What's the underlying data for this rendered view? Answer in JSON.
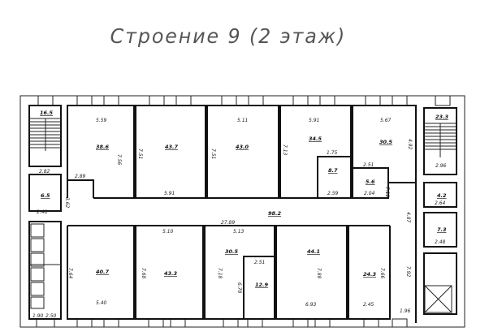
{
  "title": "Строение 9 (2 этаж)",
  "rooms_top": [
    {
      "width": "5.59",
      "area": "38.6",
      "height": "7.56"
    },
    {
      "width": "",
      "area": "43.7",
      "height": "7.51"
    },
    {
      "width": "5.11",
      "area": "43.0",
      "height": "7.51"
    },
    {
      "width": "5.91",
      "area": "34.5",
      "height": "7.13"
    },
    {
      "width": "5.67",
      "area": "30.5",
      "height": "4.92"
    }
  ],
  "small_rooms": [
    {
      "width": "1.75",
      "area": "8.7",
      "bottom": "2.59"
    },
    {
      "width": "2.51",
      "area": "5.6",
      "bottom": "2.04"
    }
  ],
  "stairs": {
    "left_area": "16.5",
    "left_dim": "2.82",
    "right_area": "23.3",
    "right_dim": "2.96"
  },
  "corridor": {
    "area": "98.2",
    "length": "27.89",
    "upper_dim": "5.91",
    "lower_dims": [
      "5.10",
      "5.13"
    ]
  },
  "rooms_bottom": [
    {
      "width": "5.40",
      "area": "40.7",
      "height": "7.64"
    },
    {
      "width": "",
      "area": "43.3",
      "height": "7.68"
    },
    {
      "width": "",
      "area": "30.5",
      "height": "7.18"
    },
    {
      "width": "2.51",
      "area": "12.9",
      "height": "6.78"
    },
    {
      "width": "6.93",
      "area": "44.1",
      "height": "7.88"
    },
    {
      "width": "2.45",
      "area": "24.3",
      "height": "7.66"
    }
  ],
  "side_rooms": [
    {
      "area": "4.2",
      "dim": "2.64"
    },
    {
      "area": "7.3",
      "dim": "2.48"
    },
    {
      "area": "6.5",
      "dim": "2.48"
    }
  ],
  "misc_dims": [
    "1.90",
    "2.50",
    "1.96",
    "3.62",
    "2.89",
    "7.12",
    "4.87",
    "7.92"
  ]
}
